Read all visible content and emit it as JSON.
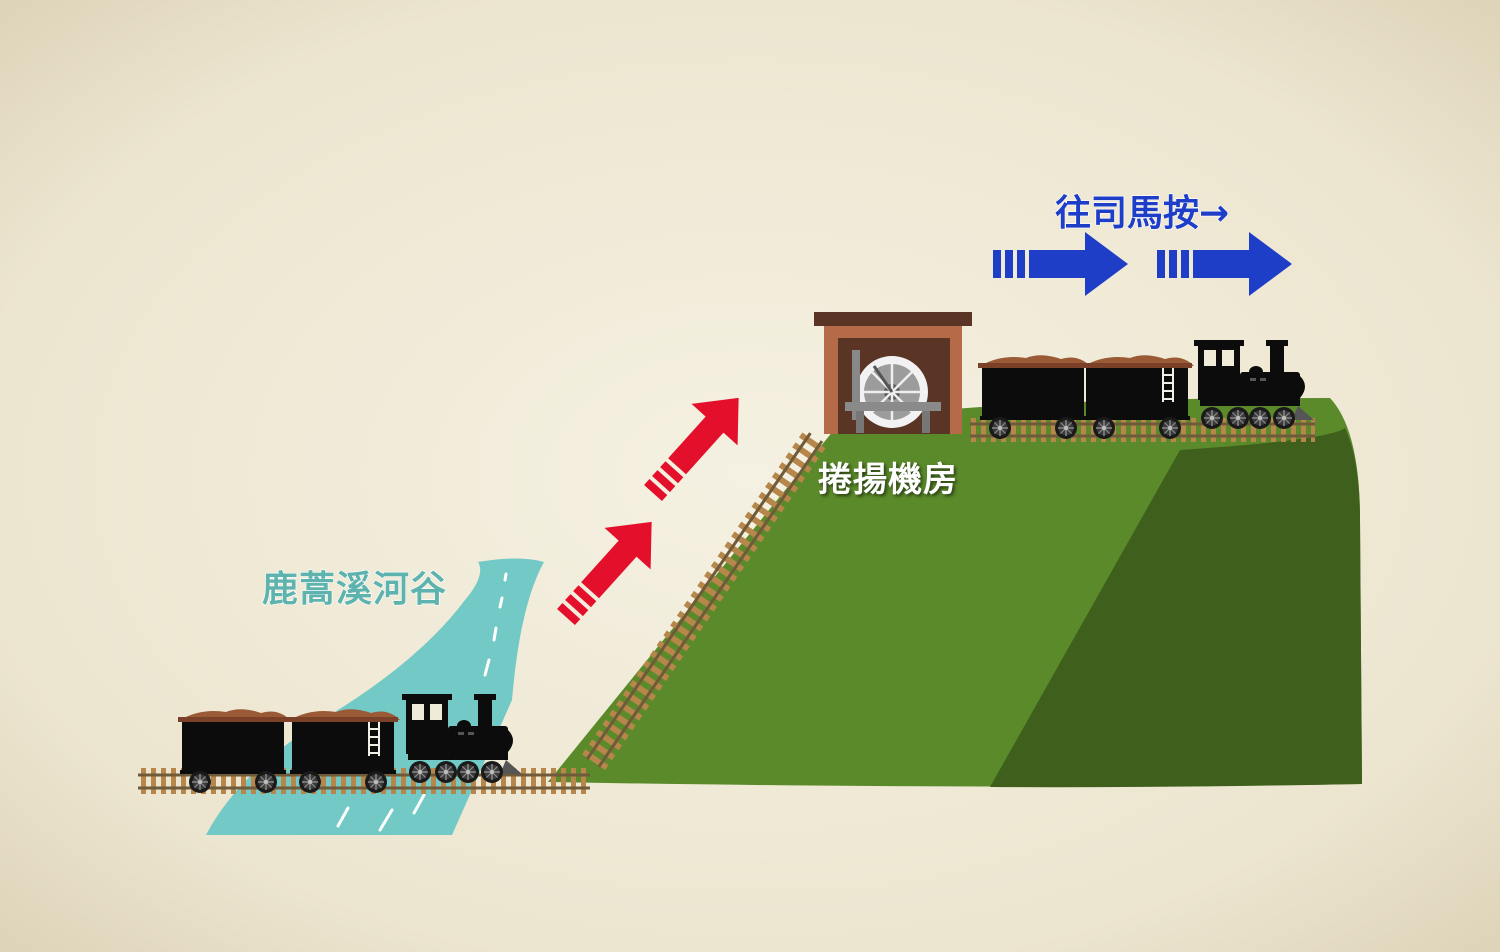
{
  "labels": {
    "river_valley": "鹿蒿溪河谷",
    "hoist_house": "捲揚機房",
    "direction": "往司馬按→"
  },
  "colors": {
    "background": "#f0ead8",
    "river": "#72c9c5",
    "river_text": "#5fb3ae",
    "hill_light": "#5b8a2a",
    "hill_dark": "#3f5f1c",
    "red_arrow": "#e4102b",
    "blue_arrow": "#1e3ec8",
    "blue_text": "#1e3ec8",
    "track_tie": "#b6864a",
    "track_rail": "#6f5a3a",
    "train": "#0c0c0c",
    "ore": "#9a5a36",
    "hoist_house_wall": "#b56a48",
    "hoist_house_roof": "#5a3425",
    "white_text": "#ffffff"
  },
  "icons": {
    "train_bottom": "steam-locomotive-with-ore-cars-icon",
    "train_top": "steam-locomotive-with-ore-cars-icon",
    "hoist_house": "hoist-winch-house-icon",
    "arrow_up": "red-up-arrow-icon",
    "arrow_right": "blue-right-arrow-icon"
  }
}
